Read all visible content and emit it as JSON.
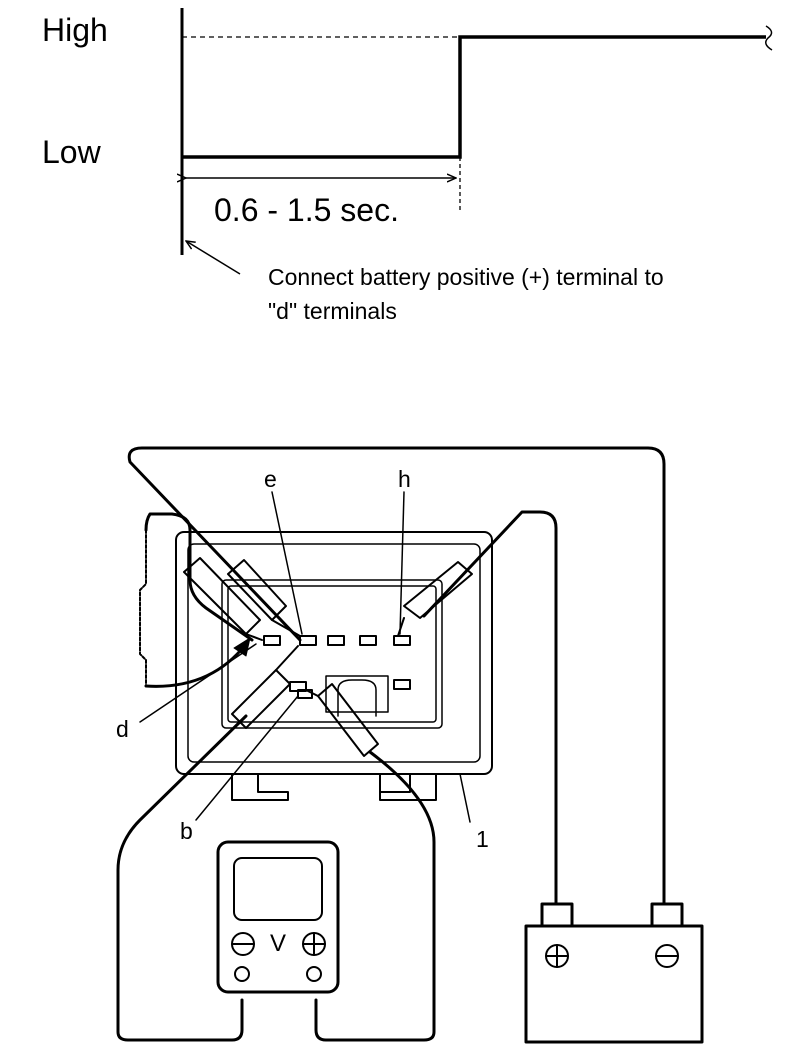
{
  "timing_chart": {
    "high_label": "High",
    "low_label": "Low",
    "duration_label": "0.6 - 1.5 sec.",
    "note_line1": "Connect battery positive (+) terminal to",
    "note_line2": "\"d\" terminals"
  },
  "wiring": {
    "terminal_e": "e",
    "terminal_h": "h",
    "terminal_d": "d",
    "terminal_b": "b",
    "connector_ref": "1",
    "voltmeter_symbol": "V"
  }
}
